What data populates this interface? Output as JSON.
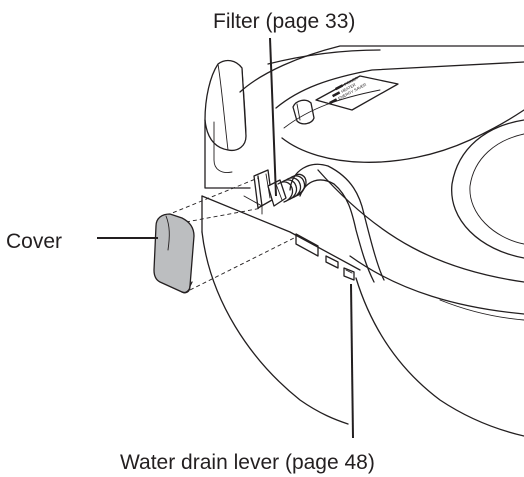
{
  "labels": {
    "filter": "Filter (page 33)",
    "cover": "Cover",
    "water_drain_lever": "Water drain lever (page 48)"
  },
  "panel_text": {
    "line1": "POWER",
    "line2": "HEATER",
    "line3": "ENERGY SAVER"
  },
  "colors": {
    "line": "#231f20",
    "cover_fill": "#bcbec0",
    "background": "#ffffff"
  }
}
